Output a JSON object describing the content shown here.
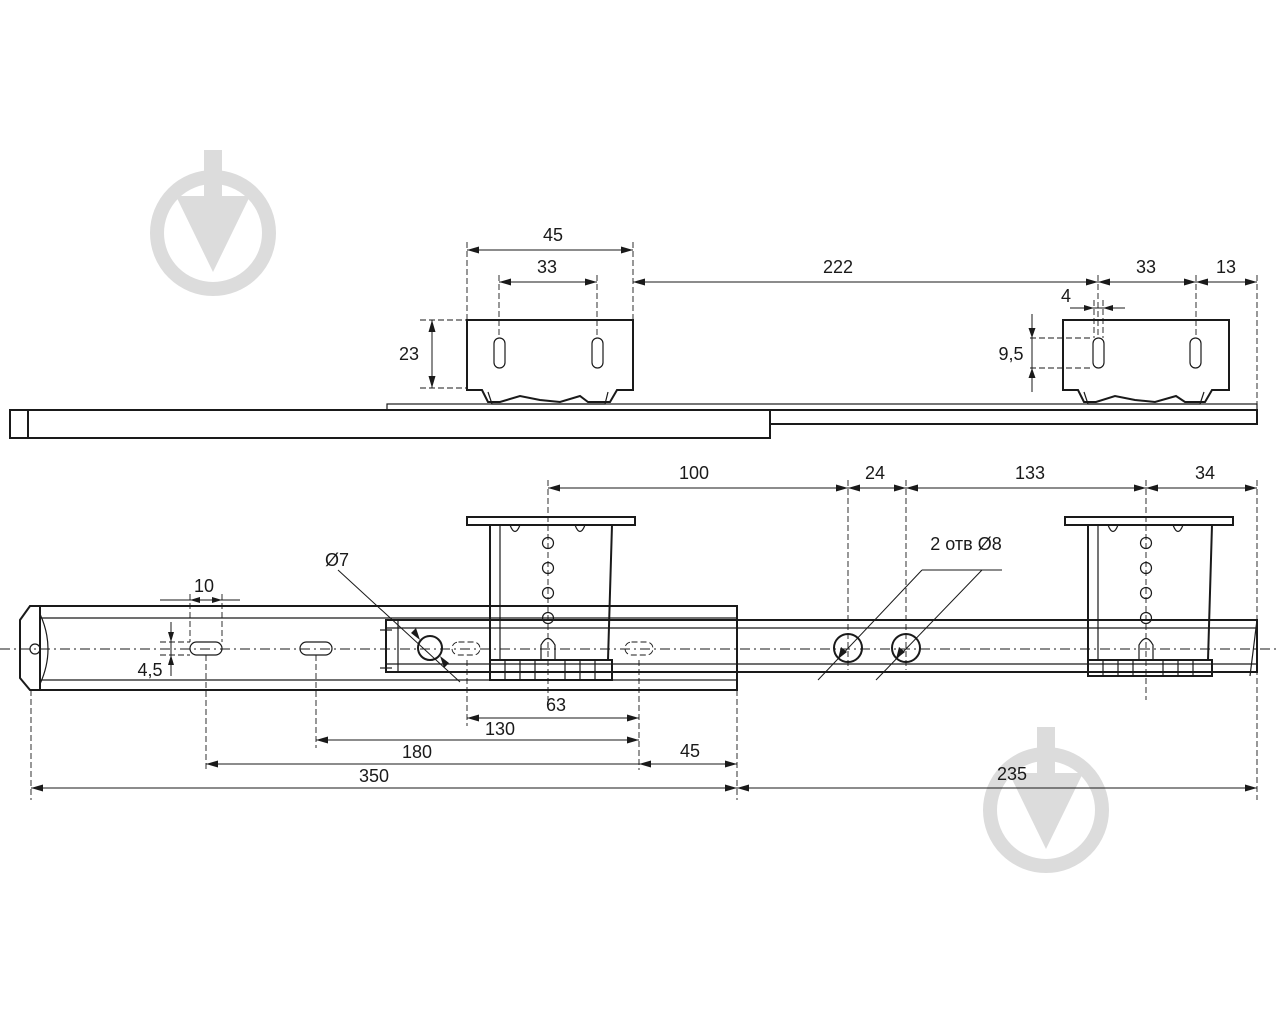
{
  "watermark_icon": "shovel-in-circle-icon",
  "colors": {
    "line": "#1a1a1a",
    "watermark": "#dcdcdc",
    "background": "#ffffff"
  },
  "top_view": {
    "dim_45": "45",
    "dim_33_left": "33",
    "dim_222": "222",
    "dim_33_right": "33",
    "dim_13": "13",
    "dim_4": "4",
    "dim_23": "23",
    "dim_9_5": "9,5"
  },
  "side_view": {
    "dim_100": "100",
    "dim_24": "24",
    "dim_133": "133",
    "dim_34": "34",
    "note_holes": "2 отв Ø8",
    "note_diam": "Ø7",
    "dim_10": "10",
    "dim_4_5": "4,5",
    "dim_63": "63",
    "dim_130": "130",
    "dim_180": "180",
    "dim_45": "45",
    "dim_350": "350",
    "dim_235": "235"
  }
}
